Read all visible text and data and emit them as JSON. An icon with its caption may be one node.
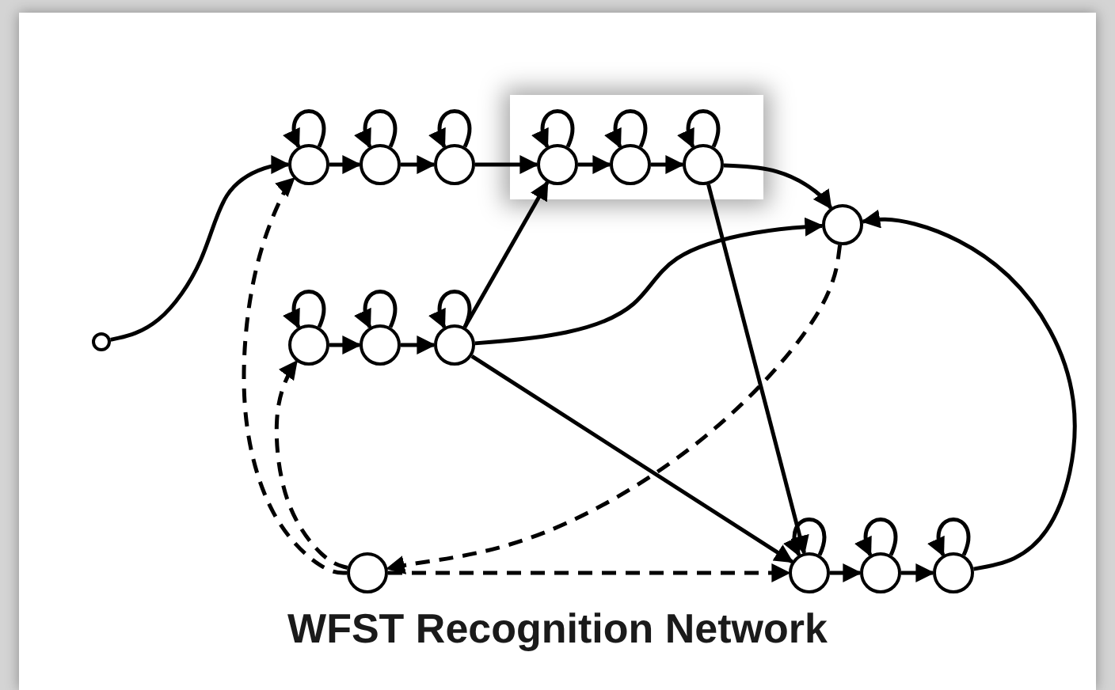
{
  "diagram": {
    "title": "WFST Recognition Network",
    "nodes": [
      {
        "text": [],
        "shape": "circle"
      },
      {
        "text": [],
        "shape": "circle"
      },
      {
        "text": [],
        "shape": "circle"
      },
      {
        "text": [],
        "shape": "circle"
      },
      {
        "text": [],
        "shape": "box"
      },
      {
        "text": [],
        "shape": "circle",
        "in": 4
      },
      {
        "text": [],
        "shape": "circle",
        "in": 4
      },
      {
        "text": [],
        "shape": "circle",
        "in": 4
      },
      {
        "text": [],
        "shape": "circle"
      },
      {
        "text": [],
        "shape": "circle"
      },
      {
        "text": [],
        "shape": "circle"
      },
      {
        "text": [],
        "shape": "circle"
      },
      {
        "text": [],
        "shape": "circle"
      },
      {
        "text": [],
        "shape": "circle"
      },
      {
        "text": [],
        "shape": "circle"
      },
      {
        "text": [],
        "shape": "circle"
      }
    ],
    "edges": [
      {
        "from": 0,
        "to": 1,
        "arrow": "to"
      },
      {
        "from": 1,
        "to": 1,
        "arrow": "to"
      },
      {
        "from": 2,
        "to": 2,
        "arrow": "to"
      },
      {
        "from": 3,
        "to": 3,
        "arrow": "to"
      },
      {
        "from": 5,
        "to": 5,
        "arrow": "to"
      },
      {
        "from": 6,
        "to": 6,
        "arrow": "to"
      },
      {
        "from": 7,
        "to": 7,
        "arrow": "to"
      },
      {
        "from": 9,
        "to": 9,
        "arrow": "to"
      },
      {
        "from": 10,
        "to": 10,
        "arrow": "to"
      },
      {
        "from": 11,
        "to": 11,
        "arrow": "to"
      },
      {
        "from": 13,
        "to": 13,
        "arrow": "to"
      },
      {
        "from": 14,
        "to": 14,
        "arrow": "to"
      },
      {
        "from": 15,
        "to": 15,
        "arrow": "to"
      },
      {
        "from": 1,
        "to": 2,
        "arrow": "to"
      },
      {
        "from": 2,
        "to": 3,
        "arrow": "to"
      },
      {
        "from": 3,
        "to": 5,
        "arrow": "to"
      },
      {
        "from": 5,
        "to": 6,
        "arrow": "to"
      },
      {
        "from": 6,
        "to": 7,
        "arrow": "to"
      },
      {
        "from": 9,
        "to": 10,
        "arrow": "to"
      },
      {
        "from": 10,
        "to": 11,
        "arrow": "to"
      },
      {
        "from": 13,
        "to": 14,
        "arrow": "to"
      },
      {
        "from": 14,
        "to": 15,
        "arrow": "to"
      },
      {
        "from": 11,
        "to": 5,
        "arrow": "to"
      },
      {
        "from": 7,
        "to": 8,
        "arrow": "to"
      },
      {
        "from": 11,
        "to": 8,
        "arrow": "to"
      },
      {
        "from": 15,
        "to": 8,
        "arrow": "to"
      },
      {
        "from": 11,
        "to": 13,
        "arrow": "to"
      },
      {
        "from": 7,
        "to": 13,
        "arrow": "to"
      },
      {
        "from": 8,
        "to": 12,
        "arrow": "to",
        "style": "dashed"
      },
      {
        "from": 12,
        "to": 13,
        "arrow": "to",
        "style": "dashed"
      },
      {
        "from": 12,
        "to": 1,
        "arrow": "to",
        "style": "dashed"
      },
      {
        "from": 12,
        "to": 9,
        "arrow": "to",
        "style": "dashed"
      }
    ]
  }
}
